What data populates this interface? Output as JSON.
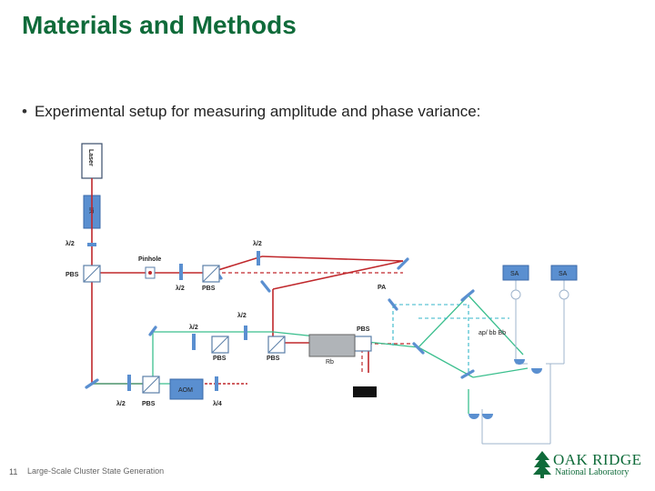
{
  "slide": {
    "title": "Materials and Methods",
    "bullet": "Experimental setup for measuring amplitude and phase variance:"
  },
  "footer": {
    "page_number": "11",
    "text": "Large-Scale Cluster State Generation"
  },
  "logo": {
    "line1": "OAK RIDGE",
    "line2": "National Laboratory"
  },
  "diagram": {
    "labels": {
      "laser": "Laser",
      "isolator": "IR",
      "half_wave_1": "λ/2",
      "pbs_1": "PBS",
      "pinhole": "Pinhole",
      "half_wave_2": "λ/2",
      "pbs_2": "PBS",
      "half_wave_top": "λ/2",
      "pa": "PA",
      "half_wave_mid1": "λ/2",
      "half_wave_mid2": "λ/2",
      "pbs_mid1": "PBS",
      "pbs_mid2": "PBS",
      "pbs_rb": "PBS",
      "rb": "Rb",
      "sa_1": "SA",
      "sa_2": "SA",
      "det_label": "ap/ bb Bb",
      "half_wave_bottom": "λ/2",
      "pbs_bottom": "PBS",
      "aom": "AOM",
      "quarter_wave": "λ/4"
    },
    "colors": {
      "red_beam": "#c0282c",
      "green_beam": "#3bbf8e",
      "cyan_beam": "#33b6c8",
      "optic_blue": "#5a8fd0",
      "mount_gray": "#8aa0b8"
    }
  }
}
